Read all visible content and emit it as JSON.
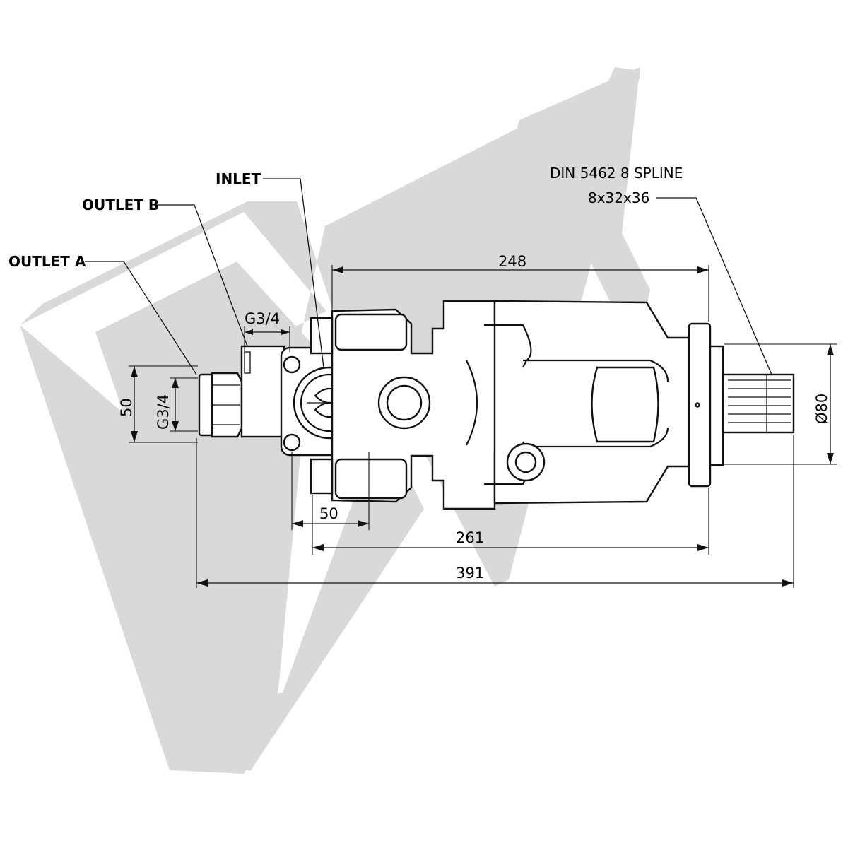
{
  "labels": {
    "outlet_a": "OUTLET A",
    "outlet_b": "OUTLET B",
    "inlet": "INLET",
    "spline_line1": "DIN 5462 8 SPLINE",
    "spline_line2": "8x32x36"
  },
  "dimensions": {
    "overall_length": "391",
    "body_length": "261",
    "housing_length": "248",
    "flange_width": "50",
    "outlet_height": "50",
    "outlet_a_thread": "G3/4",
    "outlet_b_thread": "G3/4",
    "shaft_diameter": "Ø80"
  },
  "colors": {
    "line": "#111111",
    "watermark": "#d9d9d9",
    "background": "#ffffff"
  }
}
